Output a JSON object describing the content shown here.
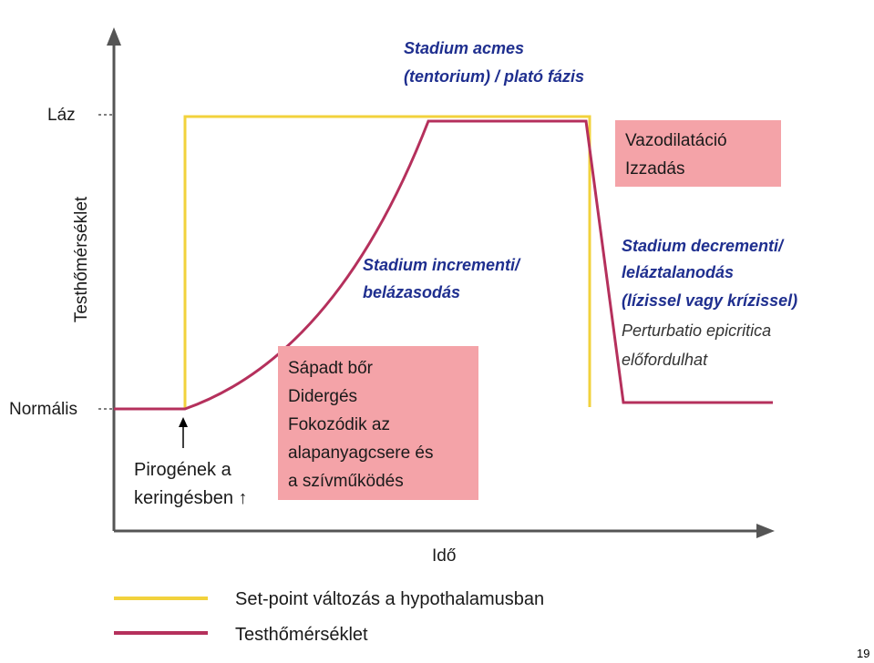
{
  "axes": {
    "y_label": "Testhőmérséklet",
    "x_label": "Idő",
    "y_tick_high": "Láz",
    "y_tick_low": "Normális"
  },
  "phases": {
    "acmes": [
      "Stadium acmes",
      "(tentorium) / plató fázis"
    ],
    "incrementi": [
      "Stadium incrementi/",
      "belázasodás"
    ],
    "decrementi": [
      "Stadium decrementi/",
      "leláztalanodás",
      "(lízissel vagy krízissel)"
    ],
    "decrementi_note": [
      "Perturbatio epicritica",
      "előfordulhat"
    ]
  },
  "boxes": {
    "vasodilation": [
      "Vazodilatáció",
      "Izzadás"
    ],
    "chills": [
      "Sápadt bőr",
      "Didergés",
      "Fokozódik az",
      "alapanyagcsere és",
      "a szívműködés"
    ]
  },
  "pyrogen": [
    "Pirogének a",
    "keringésben ↑"
  ],
  "legend": {
    "setpoint": "Set-point változás a hypothalamusban",
    "temperature": "Testhőmérséklet"
  },
  "colors": {
    "setpoint": "#f2d23c",
    "temperature": "#b5305c",
    "box_fill": "#f4a3a8"
  },
  "page_number": "19"
}
